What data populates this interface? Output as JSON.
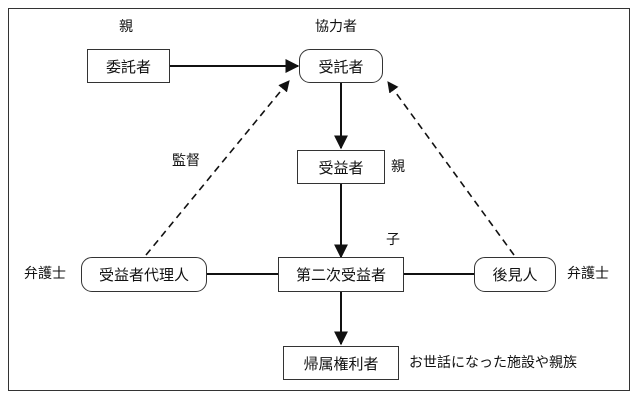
{
  "nodes": {
    "itakusha": "委託者",
    "jutakusha": "受託者",
    "jueki": "受益者",
    "daini": "第二次受益者",
    "dairinin": "受益者代理人",
    "kokennin": "後見人",
    "kizoku": "帰属権利者"
  },
  "labels": {
    "oya_top": "親",
    "kyoryokusha": "協力者",
    "kantoku": "監督",
    "oya_right": "親",
    "ko": "子",
    "bengoshi_left": "弁護士",
    "bengoshi_right": "弁護士",
    "osewa": "お世話になった施設や親族"
  },
  "colors": {
    "line": "#111111",
    "box_border": "#333333"
  }
}
